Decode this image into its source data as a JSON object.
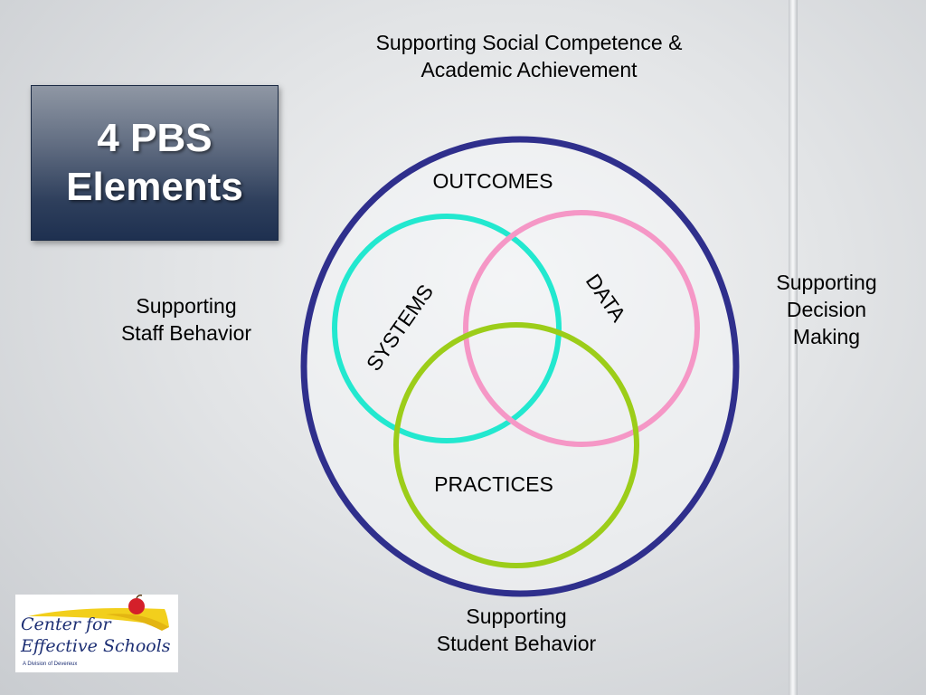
{
  "title": {
    "line1": "4 PBS",
    "line2": "Elements"
  },
  "labels": {
    "top_line1": "Supporting Social Competence &",
    "top_line2": "Academic Achievement",
    "left_line1": "Supporting",
    "left_line2": "Staff Behavior",
    "right_line1": "Supporting",
    "right_line2": "Decision",
    "right_line3": "Making",
    "bottom_line1": "Supporting",
    "bottom_line2": "Student Behavior"
  },
  "diagram": {
    "outcomes": "OUTCOMES",
    "systems": "SYSTEMS",
    "data": "DATA",
    "practices": "PRACTICES"
  },
  "colors": {
    "outer_circle": "#2f2f8c",
    "systems_circle": "#22e8cf",
    "data_circle": "#f597c6",
    "practices_circle": "#9ccd19",
    "title_box": "#2e3f5c"
  },
  "logo": {
    "line1": "Center for",
    "line2": "Effective Schools",
    "subtitle": "A Division of Devereux"
  }
}
